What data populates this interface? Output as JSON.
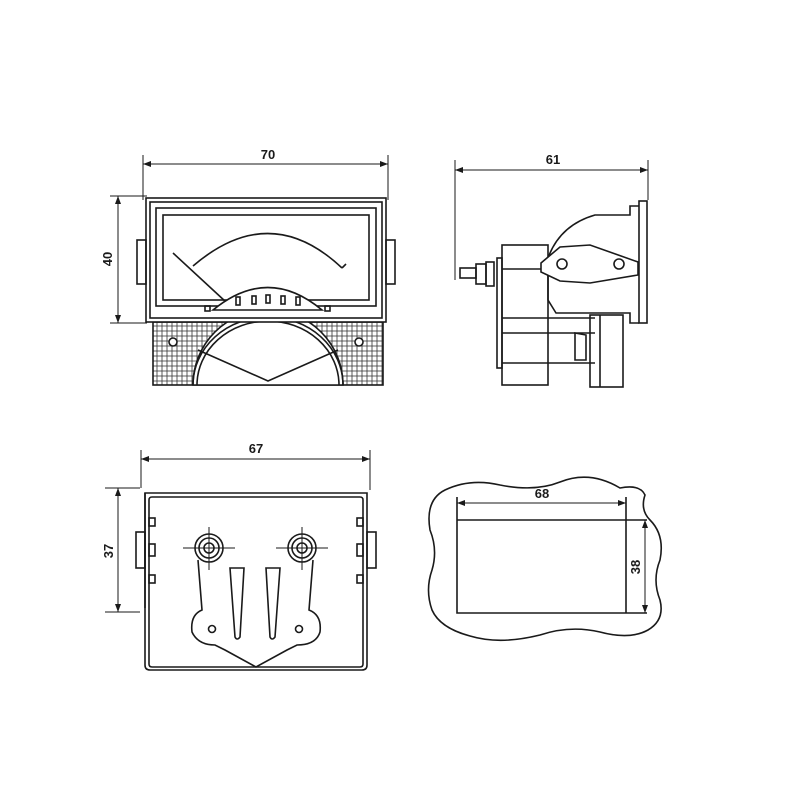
{
  "front_view": {
    "width_label": "70",
    "height_label": "40"
  },
  "side_view": {
    "depth_label": "61"
  },
  "rear_view": {
    "width_label": "67",
    "height_label": "37"
  },
  "panel_cutout": {
    "width_label": "68",
    "height_label": "38"
  },
  "colors": {
    "line": "#1a1a1a",
    "background": "#ffffff"
  }
}
